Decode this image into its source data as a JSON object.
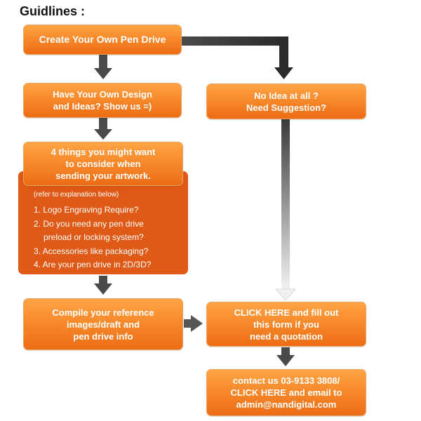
{
  "title": "Guidlines :",
  "colors": {
    "box_top": "#ffa445",
    "box_bottom": "#ec6c14",
    "panel": "#df5a16",
    "arrow_dark": "#3a3a3a",
    "arrow_light": "#f2f2f2"
  },
  "nodes": {
    "start": {
      "lines": [
        "Create Your Own Pen Drive"
      ]
    },
    "own_design": {
      "lines": [
        "Have Your Own Design",
        "and Ideas? Show us =)"
      ]
    },
    "no_idea": {
      "lines": [
        "No Idea at all ?",
        "Need Suggestion?"
      ]
    },
    "consider": {
      "lines": [
        "4 things you might want",
        "to consider when",
        "sending your artwork."
      ]
    },
    "compile": {
      "lines": [
        "Compile your reference",
        "images/draft and",
        "pen drive info"
      ]
    },
    "click_form": {
      "lines": [
        "CLICK HERE and fill out",
        "this form if you",
        "need a quotation"
      ]
    },
    "contact": {
      "lines": [
        "contact us 03-9133 3808/",
        "CLICK HERE and email to",
        "admin@nandigital.com"
      ]
    }
  },
  "considerations": {
    "note": "(refer to explanation below)",
    "items": [
      "1. Logo Engraving Require?",
      "2. Do you need any pen drive",
      "preload or locking system?",
      "3. Accessories like packaging?",
      "4. Are your pen drive in 2D/3D?"
    ]
  }
}
